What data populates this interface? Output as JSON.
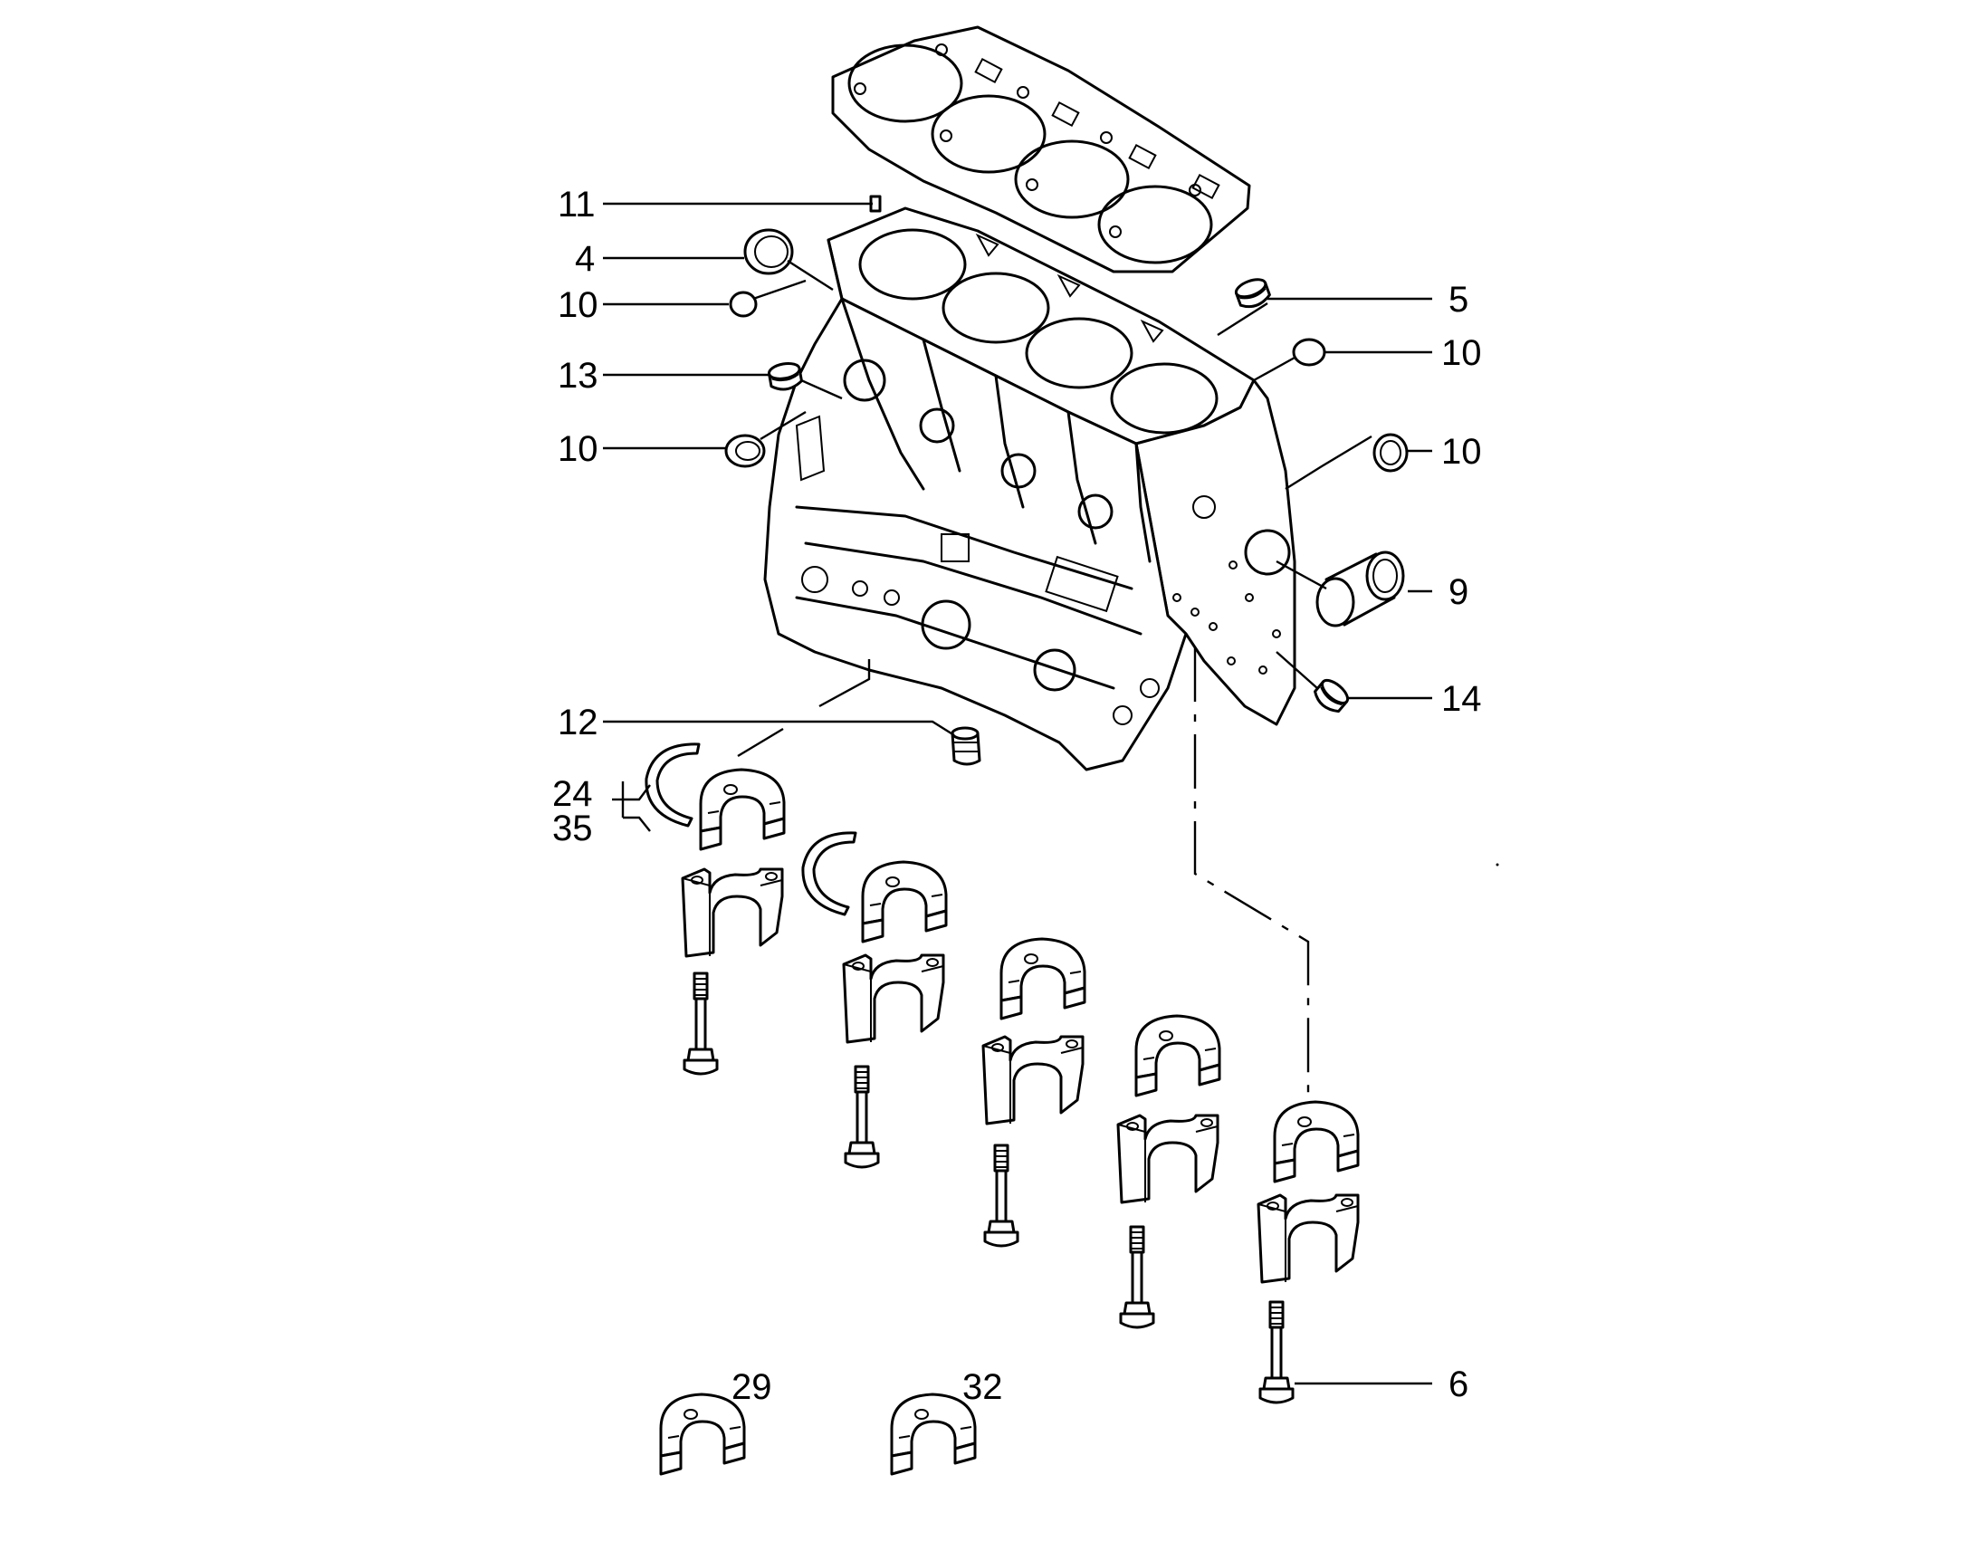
{
  "callouts": [
    {
      "id": "11",
      "label": "11"
    },
    {
      "id": "4",
      "label": "4"
    },
    {
      "id": "10a",
      "label": "10"
    },
    {
      "id": "13",
      "label": "13"
    },
    {
      "id": "10b",
      "label": "10"
    },
    {
      "id": "5",
      "label": "5"
    },
    {
      "id": "10c",
      "label": "10"
    },
    {
      "id": "10d",
      "label": "10"
    },
    {
      "id": "9",
      "label": "9"
    },
    {
      "id": "14",
      "label": "14"
    },
    {
      "id": "12",
      "label": "12"
    },
    {
      "id": "24",
      "label": "24"
    },
    {
      "id": "35",
      "label": "35"
    },
    {
      "id": "29",
      "label": "29"
    },
    {
      "id": "32",
      "label": "32"
    },
    {
      "id": "6",
      "label": "6"
    }
  ]
}
